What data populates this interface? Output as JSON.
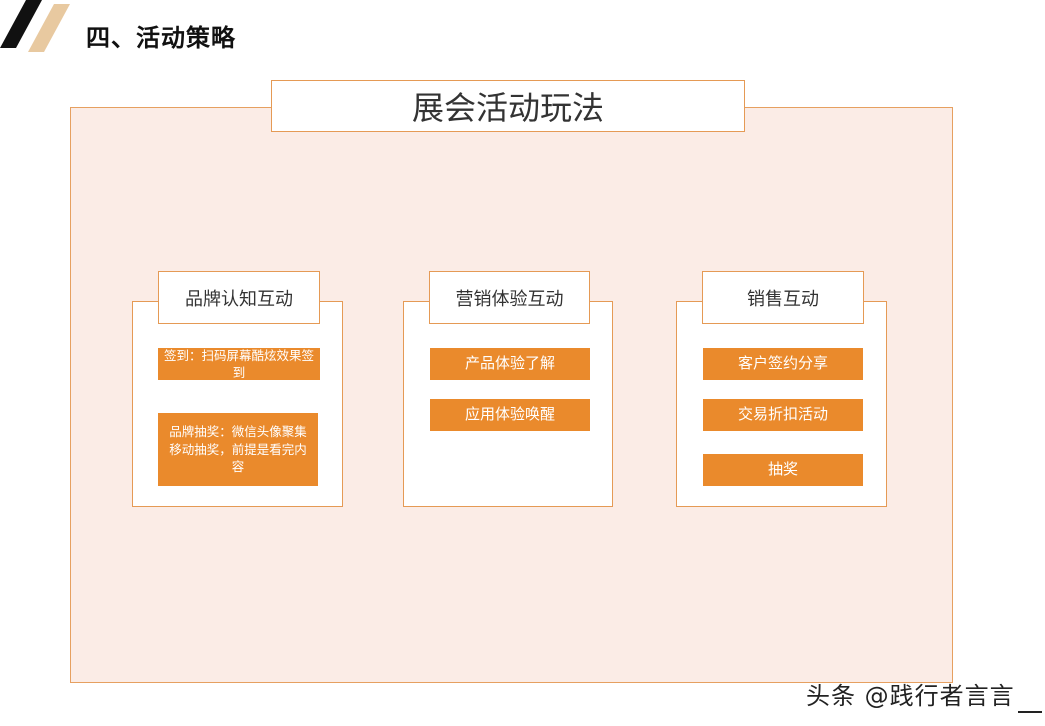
{
  "header": {
    "section_title": "四、活动策略"
  },
  "main": {
    "title": "展会活动玩法",
    "columns": [
      {
        "title": "品牌认知互动",
        "items": [
          "签到：扫码屏幕酷炫效果签到",
          "品牌抽奖：微信头像聚集移动抽奖，前提是看完内容"
        ]
      },
      {
        "title": "营销体验互动",
        "items": [
          "产品体验了解",
          "应用体验唤醒"
        ]
      },
      {
        "title": "销售互动",
        "items": [
          "客户签约分享",
          "交易折扣活动",
          "抽奖"
        ]
      }
    ]
  },
  "watermark": "头条 @践行者言言",
  "colors": {
    "accent": "#ea8a2c",
    "border": "#e59a55",
    "panel": "#fbece6",
    "logo_black": "#111111",
    "logo_tan": "#e8c9a0"
  }
}
